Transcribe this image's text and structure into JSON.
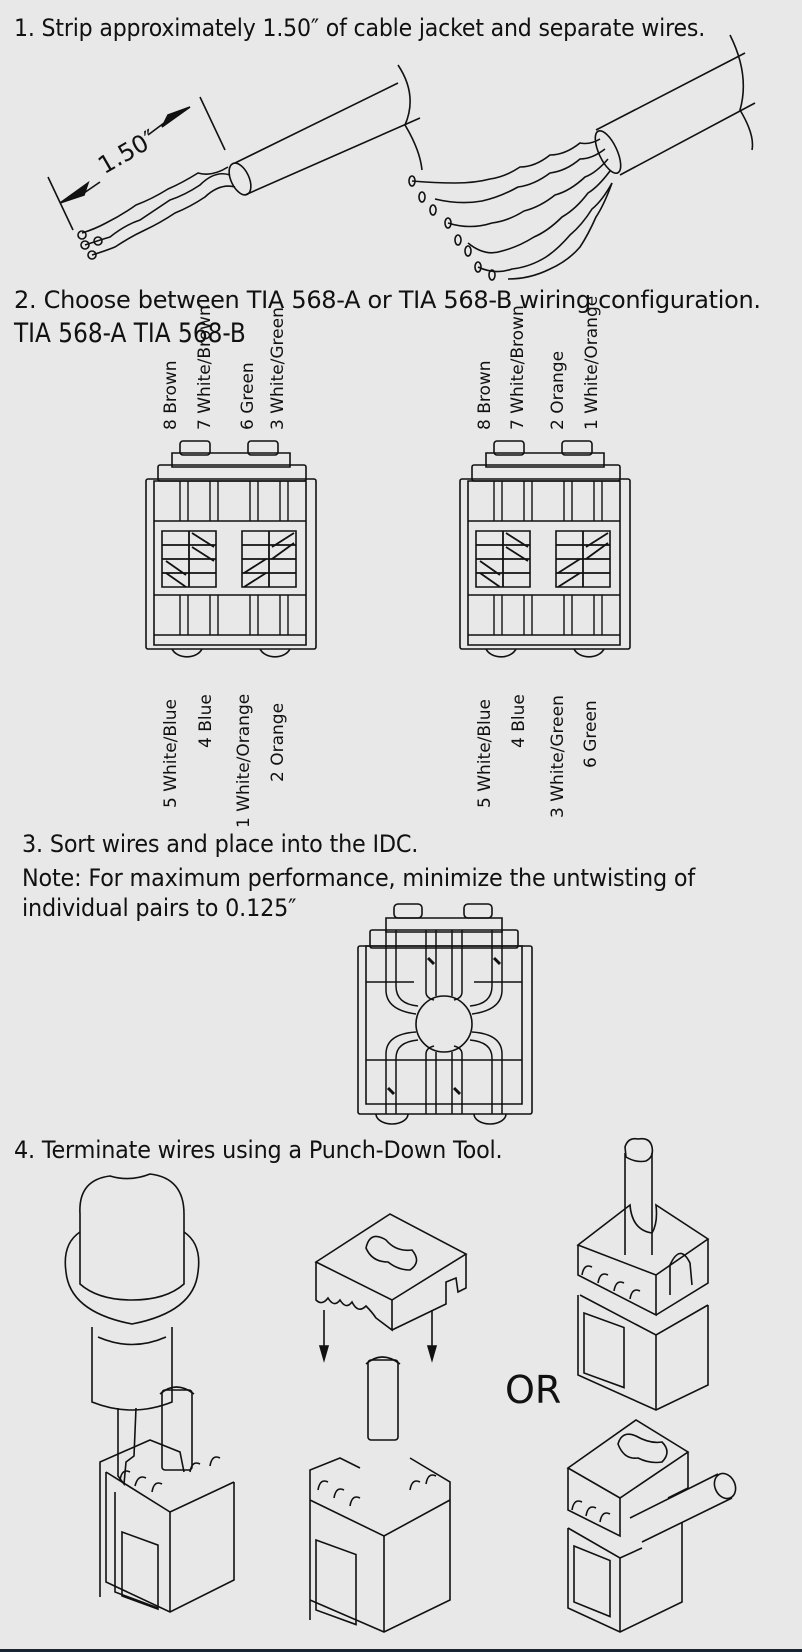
{
  "steps": [
    {
      "number": "1",
      "text": "1. Strip approximately 1.50″ of cable jacket and separate wires.",
      "dimension_label": "1.50″"
    },
    {
      "number": "2",
      "text": "2. Choose between TIA 568-A or TIA 568-B wiring configuration.",
      "config_labels": "TIA 568-A TIA 568-B",
      "configs": [
        {
          "name": "TIA 568-A",
          "top_labels": [
            "8 Brown",
            "7 White/Brown",
            "6 Green",
            "3 White/Green"
          ],
          "bottom_labels": [
            "5 White/Blue",
            "4 Blue",
            "1 White/Orange",
            "2 Orange"
          ]
        },
        {
          "name": "TIA 568-B",
          "top_labels": [
            "8 Brown",
            "7 White/Brown",
            "2 Orange",
            "1 White/Orange"
          ],
          "bottom_labels": [
            "5 White/Blue",
            "4 Blue",
            "3 White/Green",
            "6 Green"
          ]
        }
      ]
    },
    {
      "number": "3",
      "text": "3. Sort wires and place into the IDC.",
      "note_line1": "Note: For maximum performance, minimize the untwisting of",
      "note_line2": "individual pairs to 0.125″"
    },
    {
      "number": "4",
      "text": "4. Terminate wires using a Punch-Down Tool.",
      "or_label": "OR"
    }
  ],
  "colors": {
    "background": "#e8e8e8",
    "ink": "#111111",
    "footer_bar": "#1a2330"
  }
}
